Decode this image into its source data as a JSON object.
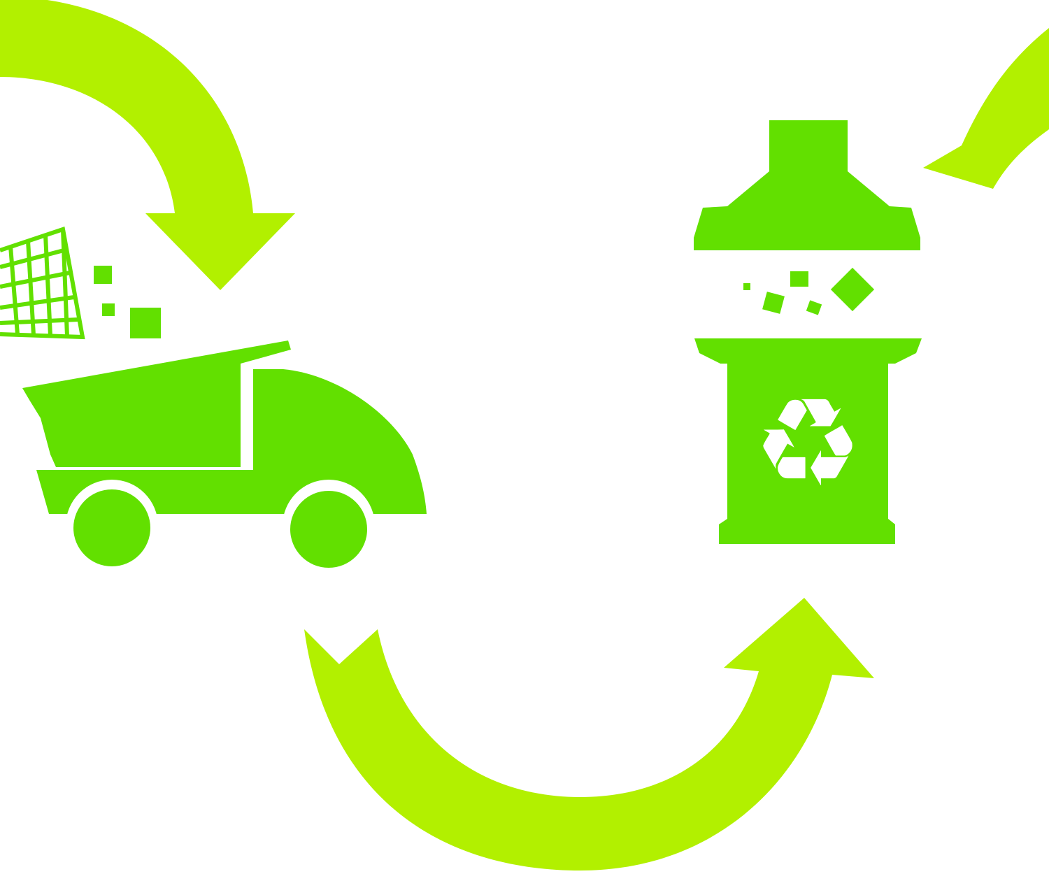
{
  "colors": {
    "arrow": "#b2f000",
    "icon": "#62e000",
    "background": "#ffffff"
  },
  "icons": [
    "curved-arrow-top-left",
    "dump-truck-icon",
    "waste-basket-icon",
    "debris-particles",
    "curved-arrow-bottom",
    "recycling-bin-icon",
    "recycle-symbol",
    "curved-arrow-top-right"
  ],
  "recycle_glyph": "♻"
}
